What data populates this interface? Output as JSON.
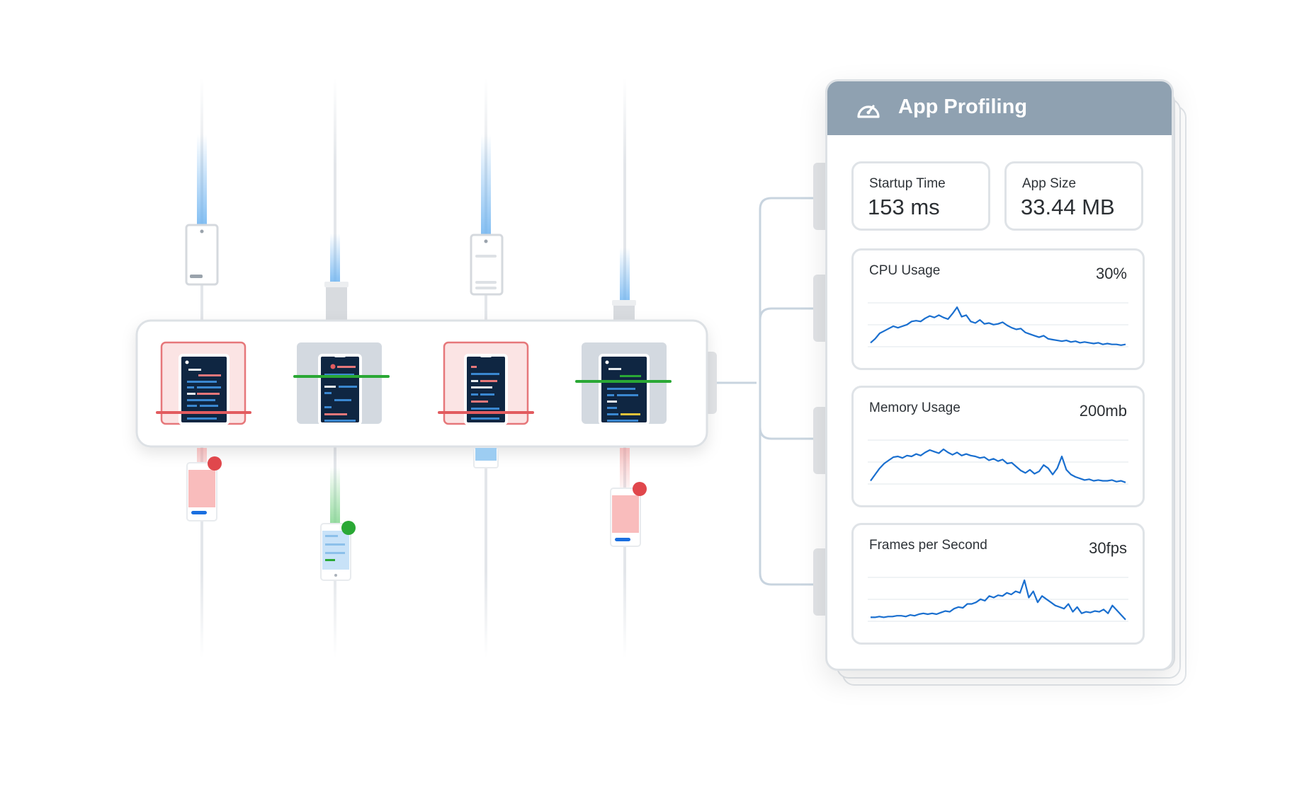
{
  "panel": {
    "title": "App Profiling",
    "icon": "gauge-icon",
    "header_color": "#8fa1b1"
  },
  "stats": [
    {
      "label": "Startup Time",
      "value": "153 ms"
    },
    {
      "label": "App Size",
      "value": "33.44 MB"
    }
  ],
  "metrics": [
    {
      "label": "CPU Usage",
      "value": "30%",
      "series": [
        5,
        10,
        17,
        20,
        23,
        26,
        24,
        26,
        28,
        32,
        33,
        32,
        36,
        39,
        37,
        40,
        37,
        35,
        42,
        50,
        38,
        40,
        32,
        30,
        34,
        29,
        30,
        28,
        29,
        31,
        27,
        24,
        22,
        23,
        18,
        16,
        14,
        12,
        14,
        10,
        9,
        8,
        7,
        8,
        6,
        7,
        5,
        6,
        5,
        4,
        5,
        3,
        4,
        3,
        3,
        2,
        3
      ]
    },
    {
      "label": "Memory Usage",
      "value": "200mb",
      "series": [
        4,
        12,
        20,
        26,
        30,
        34,
        35,
        33,
        36,
        35,
        38,
        36,
        40,
        43,
        41,
        39,
        44,
        40,
        37,
        40,
        36,
        38,
        36,
        35,
        33,
        34,
        30,
        32,
        29,
        31,
        26,
        27,
        22,
        17,
        14,
        18,
        13,
        16,
        24,
        20,
        12,
        20,
        35,
        18,
        12,
        9,
        7,
        5,
        6,
        4,
        5,
        4,
        4,
        5,
        3,
        4,
        2
      ]
    },
    {
      "label": "Frames per Second",
      "value": "30fps",
      "series": [
        5,
        5,
        6,
        5,
        6,
        6,
        7,
        7,
        6,
        8,
        7,
        9,
        10,
        9,
        10,
        9,
        11,
        13,
        12,
        16,
        18,
        17,
        22,
        22,
        24,
        28,
        26,
        32,
        30,
        33,
        32,
        36,
        34,
        38,
        36,
        52,
        30,
        38,
        24,
        32,
        28,
        24,
        20,
        18,
        16,
        22,
        12,
        18,
        10,
        12,
        11,
        13,
        12,
        15,
        10,
        20,
        14,
        8,
        2
      ]
    }
  ],
  "colors": {
    "chart_line": "#1a6fcf",
    "pass": "#2aa835",
    "fail": "#e25b5f"
  }
}
